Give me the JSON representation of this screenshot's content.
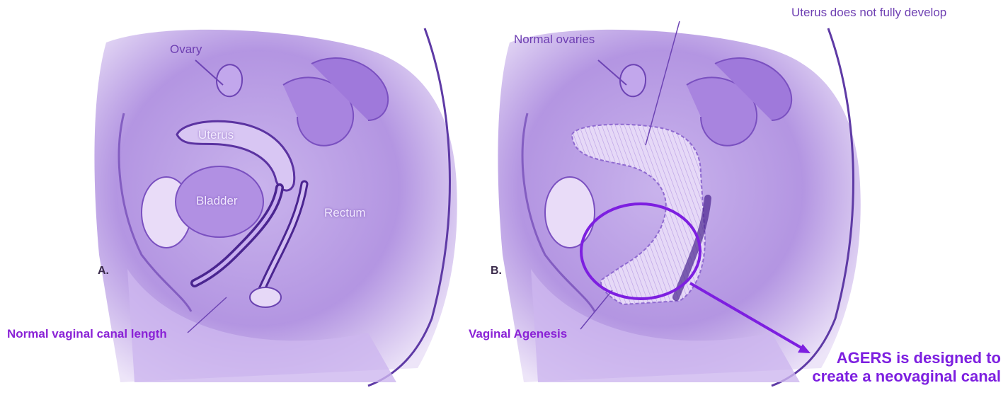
{
  "panels": {
    "a": {
      "letter": "A.",
      "labels": {
        "ovary": "Ovary",
        "uterus": "Uterus",
        "bladder": "Bladder",
        "rectum": "Rectum"
      },
      "caption": "Normal vaginal canal length"
    },
    "b": {
      "letter": "B.",
      "labels": {
        "ovaries": "Normal ovaries",
        "uterus_note": "Uterus does not fully develop"
      },
      "caption": "Vaginal Agenesis"
    }
  },
  "callout": {
    "text": "AGERS is designed to create a neovaginal canal"
  },
  "colors": {
    "illustration": "#9b6fd6",
    "highlight": "#7d1fe0",
    "caption": "#8a22d6"
  }
}
